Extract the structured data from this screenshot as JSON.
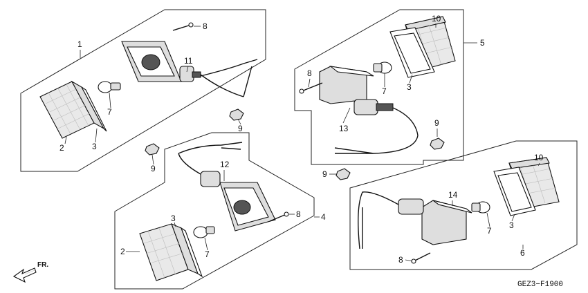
{
  "diagram_code": "GEZ3−F1900",
  "direction_label": "FR.",
  "callouts": {
    "a1": "1",
    "a2": "2",
    "a3": "3",
    "a7": "7",
    "a8": "8",
    "a9": "9",
    "a11": "11",
    "b2": "2",
    "b3": "3",
    "b4": "4",
    "b7": "7",
    "b8": "8",
    "b9": "9",
    "b12": "12",
    "c3": "3",
    "c5": "5",
    "c7": "7",
    "c8": "8",
    "c9": "9",
    "c10": "10",
    "c13": "13",
    "d3": "3",
    "d6": "6",
    "d7": "7",
    "d8": "8",
    "d9": "9",
    "d10": "10",
    "d14": "14"
  },
  "accent_colors": {
    "line": "#222222",
    "lens": "#e9e9e9",
    "housing": "#dedede"
  }
}
